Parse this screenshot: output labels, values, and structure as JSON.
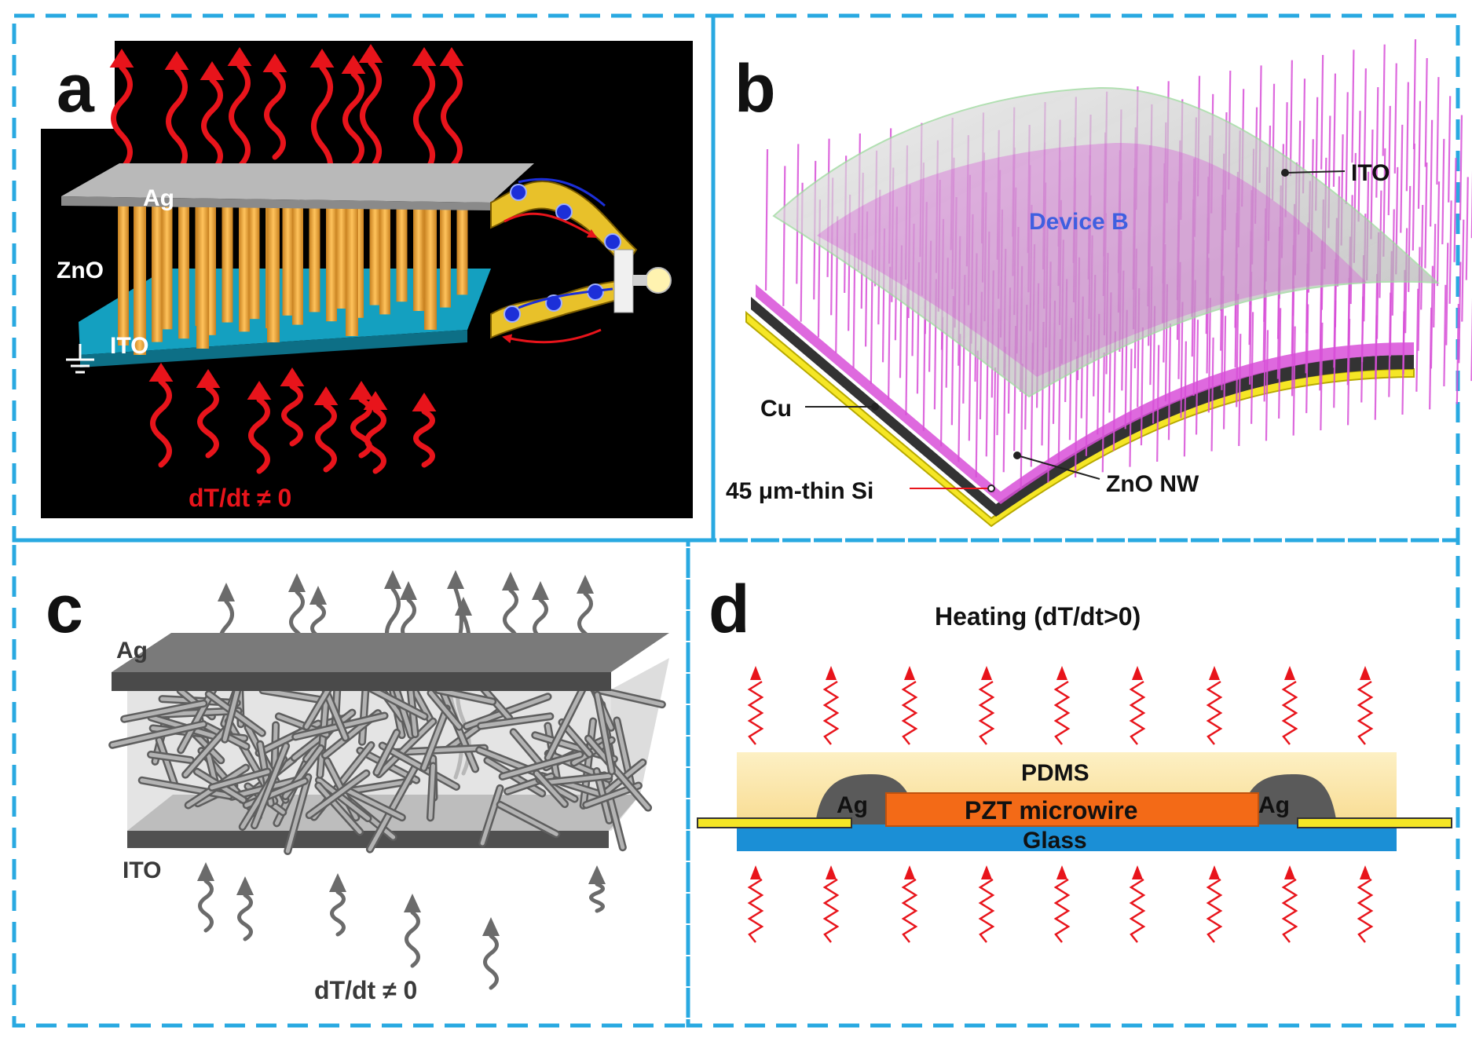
{
  "colors": {
    "frame_dash": "#29a9e1",
    "heat_red": "#e8141b",
    "ag_gray": "#b9b9b9",
    "zno_orange": "#f2aa3c",
    "ito_cyan": "#1aa5c4",
    "nw_magenta": "#d84fd8",
    "cu_yellow": "#f5e625",
    "pzt_orange": "#f36a17",
    "glass_blue": "#1b8fd6",
    "pdms_cream": "#fbe5a8",
    "device_b_blue": "#3f5fe0"
  },
  "panel_a": {
    "letter": "a",
    "ag": "Ag",
    "zno": "ZnO",
    "ito": "ITO",
    "condition": "dT/dt ≠ 0",
    "icons": [
      "heat-wave-arrow-icon",
      "electron-icon",
      "light-bulb-icon",
      "ground-icon"
    ]
  },
  "panel_b": {
    "letter": "b",
    "ito": "ITO",
    "device": "Device B",
    "cu": "Cu",
    "si": "45 μm-thin Si",
    "zno_nw": "ZnO NW"
  },
  "panel_c": {
    "letter": "c",
    "ag": "Ag",
    "ito": "ITO",
    "condition": "dT/dt ≠ 0"
  },
  "panel_d": {
    "letter": "d",
    "heating": "Heating (dT/dt>0)",
    "pdms": "PDMS",
    "ag_left": "Ag",
    "ag_right": "Ag",
    "pzt": "PZT microwire",
    "glass": "Glass"
  }
}
